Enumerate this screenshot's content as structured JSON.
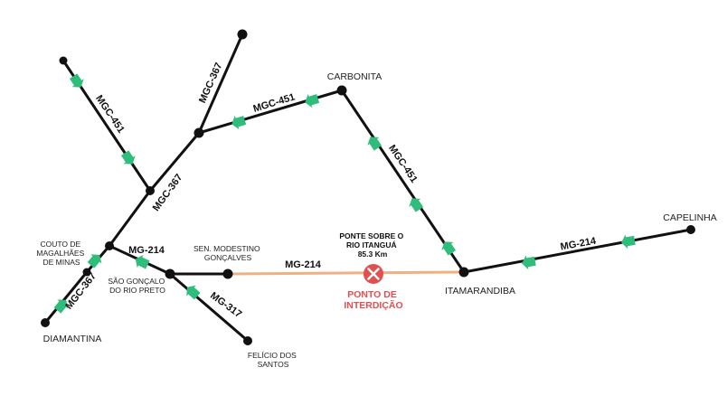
{
  "roads": {
    "mgc451_nw": "MGC-451",
    "mgc367_n": "MGC-367",
    "mgc451_top": "MGC-451",
    "mgc451_right": "MGC-451",
    "mgc367_mid": "MGC-367",
    "mg214_left": "MG-214",
    "mgc367_sw": "MGC-367",
    "mg317": "MG-317",
    "mg214_mid": "MG-214",
    "mg214_right": "MG-214"
  },
  "places": {
    "carbonita": "CARBONITA",
    "capelinha": "CAPELINHA",
    "itamarandiba": "ITAMARANDIBA",
    "diamantina": "DIAMANTINA",
    "couto": [
      "COUTO DE",
      "MAGALHÃES",
      "DE MINAS"
    ],
    "sao_goncalo": [
      "SÃO GONÇALO",
      "DO RIO PRETO"
    ],
    "sen_modestino": [
      "SEN. MODESTINO",
      "GONÇALVES"
    ],
    "felicio": [
      "FELÍCIO DOS",
      "SANTOS"
    ]
  },
  "bridge": [
    "PONTE SOBRE O",
    "RIO ITANGUÁ",
    "85.3 Km"
  ],
  "interdiction": [
    "PONTO DE",
    "INTERDIÇÃO"
  ],
  "colors": {
    "road": "#111111",
    "arrow": "#2ebd7a",
    "detour": "#f0b080",
    "interdiction": "#e05050"
  },
  "icons": {
    "interdiction": "x-circle-icon",
    "direction": "direction-arrow-icon"
  }
}
